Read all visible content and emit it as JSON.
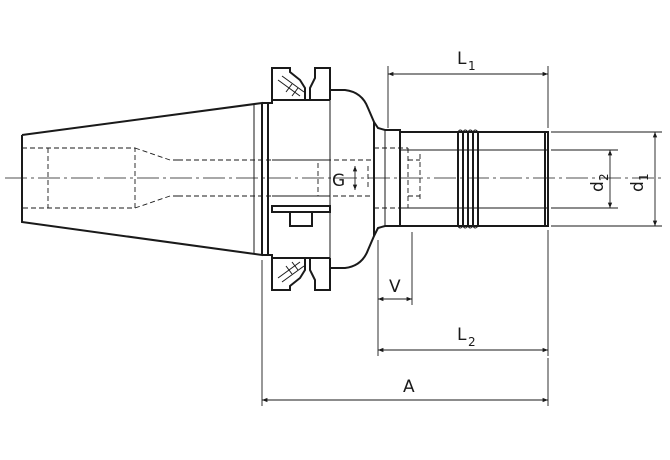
{
  "drawing": {
    "labels": {
      "L1_main": "L",
      "L1_sub": "1",
      "L2_main": "L",
      "L2_sub": "2",
      "A": "A",
      "V": "V",
      "G": "G",
      "d1_main": "d",
      "d1_sub": "1",
      "d2_main": "d",
      "d2_sub": "2"
    }
  }
}
